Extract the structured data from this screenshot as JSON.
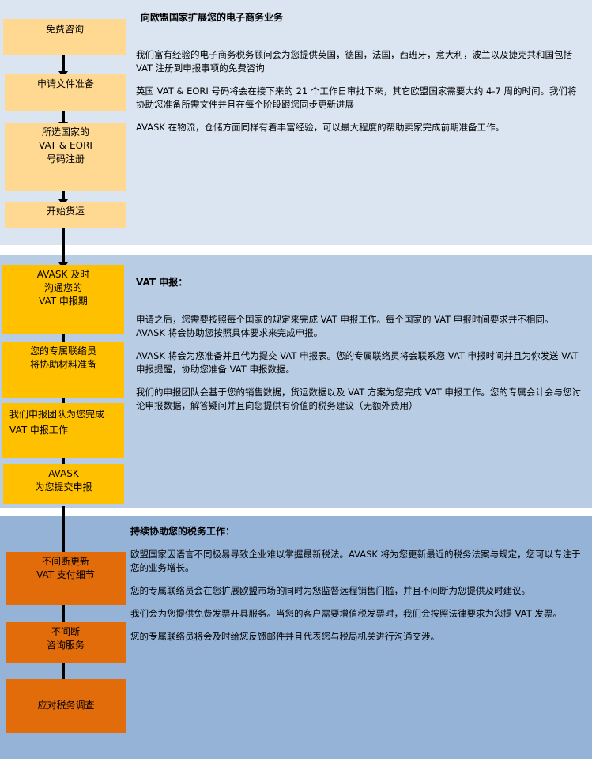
{
  "section1": {
    "title": "向欧盟国家扩展您的电子商务业务",
    "paragraphs": [
      "我们富有经验的电子商务税务顾问会为您提供英国，德国，法国，西班牙，意大利，波兰以及捷克共和国包括 VAT 注册到申报事项的免费咨询",
      "英国 VAT & EORI 号码将会在接下来的 21 个工作日审批下来，其它欧盟国家需要大约 4-7 周的时间。我们将协助您准备所需文件并且在每个阶段跟您同步更新进展",
      "AVASK 在物流，仓储方面同样有着丰富经验，可以最大程度的帮助卖家完成前期准备工作。"
    ],
    "steps": [
      "免费咨询",
      "申请文件准备",
      "所选国家的\nVAT & EORI\n号码注册",
      "开始货运"
    ]
  },
  "section2": {
    "title": "VAT 申报：",
    "paragraphs": [
      "申请之后，您需要按照每个国家的规定来完成 VAT 申报工作。每个国家的 VAT 申报时间要求并不相同。AVASK 将会协助您按照具体要求来完成申报。",
      "AVASK 将会为您准备并且代为提交 VAT 申报表。您的专属联络员将会联系您 VAT 申报时间并且为你发送 VAT 申报提醒，协助您准备 VAT 申报数据。",
      "我们的申报团队会基于您的销售数据，货运数据以及 VAT 方案为您完成 VAT 申报工作。您的专属会计会与您讨论申报数据，解答疑问并且向您提供有价值的税务建议（无额外费用）"
    ],
    "steps": [
      "AVASK 及时\n沟通您的\nVAT 申报期",
      "您的专属联络员\n将协助材料准备",
      "我们申报团队为您完成\nVAT 申报工作",
      "AVASK\n为您提交申报"
    ]
  },
  "section3": {
    "title": "持续协助您的税务工作：",
    "paragraphs": [
      "欧盟国家因语言不同极易导致企业难以掌握最新税法。AVASK 将为您更新最近的税务法案与规定，您可以专注于您的业务增长。",
      "您的专属联络员会在您扩展欧盟市场的同时为您监督远程销售门槛，并且不间断为您提供及时建议。",
      "我们会为您提供免费发票开具服务。当您的客户需要增值税发票时，我们会按照法律要求为您提 VAT 发票。",
      "您的专属联络员将会及时给您反馈邮件并且代表您与税局机关进行沟通交涉。"
    ],
    "steps": [
      "不间断更新\nVAT 支付细节",
      "不间断\n咨询服务",
      "应对税务调查"
    ]
  },
  "colors": {
    "bg1": "#dbe5f1",
    "bg2": "#b8cce4",
    "bg3": "#95b3d7",
    "step1": "#ffd992",
    "step2": "#ffc000",
    "step3": "#e36c0a"
  }
}
